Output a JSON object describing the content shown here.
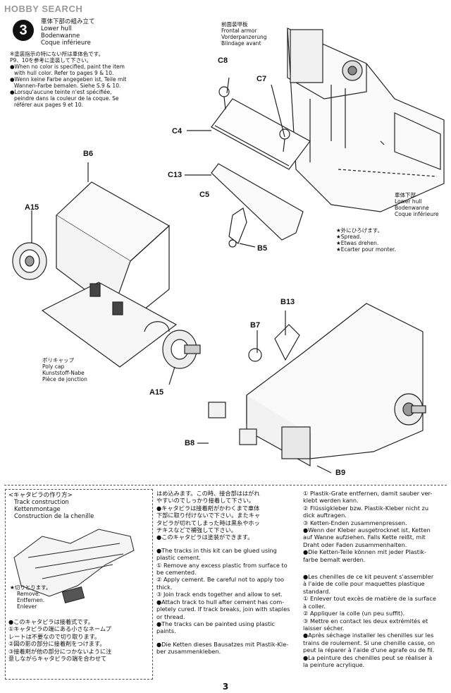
{
  "watermark": "HOBBY SEARCH",
  "step": {
    "number": "3",
    "title_jp": "車体下部の組み立て",
    "title_en": "Lower hull",
    "title_de": "Bodenwanne",
    "title_fr": "Coque inférieure",
    "note_jp1": "※塗装指示の特にない所は車体色です。",
    "note_jp2": "P9、10を参考に塗装して下さい。",
    "note_en1": "●When no color is specified, paint the item",
    "note_en2": "with hull color. Refer to pages 9 & 10.",
    "note_de1": "●Wenn keine Farbe angegeben ist, Teile mit",
    "note_de2": "Wannen-Farbe bemalen. Siehe S.9 & 10.",
    "note_fr1": "●Lorsqu'aucune teinte n'est spécifiée,",
    "note_fr2": "peindre dans la couleur de la coque. Se",
    "note_fr3": "référer aux pages 9 et 10."
  },
  "callouts": {
    "frontal_jp": "前面装甲板",
    "frontal_en": "Frontal armor",
    "frontal_de": "Vorderpanzerung",
    "frontal_fr": "Blindage avant",
    "hull_jp": "車体下部",
    "hull_en": "Lower hull",
    "hull_de": "Bodenwanne",
    "hull_fr": "Coque inférieure",
    "spread_jp": "★外にひろげます。",
    "spread_en": "★Spread.",
    "spread_de": "★Etwas drehen.",
    "spread_fr": "★Ecarter pour monter.",
    "polycap_jp": "ポリキャップ",
    "polycap_en": "Poly cap",
    "polycap_de": "Kunststoff-Nabe",
    "polycap_fr": "Pièce de jonction"
  },
  "parts": {
    "c8": "C8",
    "c7": "C7",
    "c4": "C4",
    "c13": "C13",
    "c5": "C5",
    "b5": "B5",
    "b6": "B6",
    "a15a": "A15",
    "a15b": "A15",
    "b13": "B13",
    "b7": "B7",
    "b8": "B8",
    "b9": "B9"
  },
  "track": {
    "title_jp": "<キャタピラの作り方>",
    "title_en": "Track construction",
    "title_de": "Kettenmontage",
    "title_fr": "Construction de la chenille",
    "cut_jp": "★切りとります。",
    "cut_en": "Remove.",
    "cut_de": "Entfernen.",
    "cut_fr": "Enlever"
  },
  "instructions": {
    "jp_box1": "●このキャタピラは接着式です。",
    "jp_box2": "①キャタピラの端にある小さなネームプ",
    "jp_box3": "レートは不要なので切り取ります。",
    "jp_box4": "②図の影の部分に接着剤をつけます。",
    "jp_box5": "③接着剤が他の部分につかないように注",
    "jp_box6": "意しながらキャタピラの端を合わせて",
    "jp1": "はめ込みます。この時、接合部ははがれ",
    "jp2": "やすいのでしっかり接着して下さい。",
    "jp3": "●キャタピラは接着剤がかわくまで車体",
    "jp4": "下部に取り付けないで下さい。またキャ",
    "jp5": "タピラが切れてしまった時は黒糸やホッ",
    "jp6": "チキスなどで補強して下さい。",
    "jp7": "●このキャタピラは塗装ができます。",
    "en1": "●The tracks in this kit can be glued using",
    "en2": "plastic cement.",
    "en3": "① Remove any excess plastic from surface to",
    "en4": "be cemented.",
    "en5": "② Apply cement. Be careful not to apply too",
    "en6": "thick.",
    "en7": "③ Join track ends together and allow to set.",
    "en8": "●Attach track to hull after cement has com-",
    "en9": "pletely cured. If track breaks, join with staples",
    "en10": "or thread.",
    "en11": "●The tracks can be painted using plastic",
    "en12": "paints.",
    "de_a": "●Die Ketten dieses Bausatzes mit Plastik-Kle-",
    "de_b": "ber zusammenkleben.",
    "de1": "① Plastik-Grate entfernen, damit sauber ver-",
    "de2": "klebt werden kann.",
    "de3": "② Flüssigkleber bzw. Plastik-Kleber nicht zu",
    "de4": "dick auftragen.",
    "de5": "③ Ketten-Enden zusammenpressen.",
    "de6": "●Wenn der Kleber ausgetrocknet ist, Ketten",
    "de7": "auf Wanne aufziehen. Falls Kette reißt, mit",
    "de8": "Draht oder Faden zusammenhalten.",
    "de9": "●Die Ketten-Teile können mit jeder Plastik-",
    "de10": "farbe bemalt werden.",
    "fr1": "●Les chenilles de ce kit peuvent s'assembler",
    "fr2": "à l'aide de colle pour maquettes plastique",
    "fr3": "standard.",
    "fr4": "① Enlever tout excès de matière de la surface",
    "fr5": "à coller.",
    "fr6": "② Appliquer la colle (un peu suffit).",
    "fr7": "③ Mettre en contact les deux extrémités et",
    "fr8": "laisser sécher.",
    "fr9": "●Après séchage installer les chenilles sur les",
    "fr10": "trains de roulement. Si une chenille casse, on",
    "fr11": "peut la réparer à l'aide d'une agrafe ou de fil.",
    "fr12": "●La peinture des chenilles peut se réaliser à",
    "fr13": "la peinture acrylique."
  },
  "page_number": "3"
}
